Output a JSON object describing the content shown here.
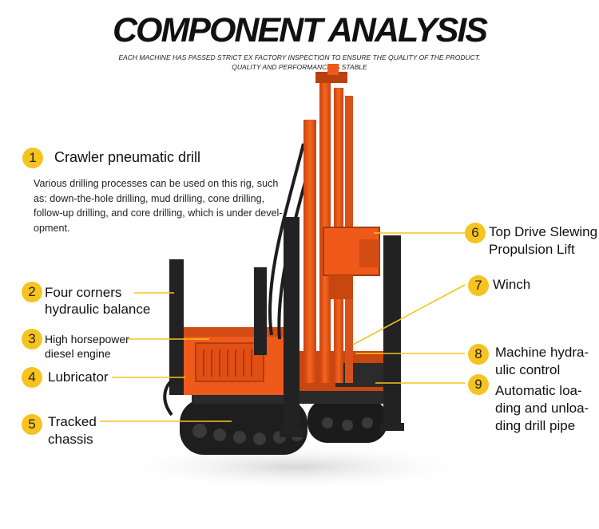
{
  "header": {
    "title": "COMPONENT ANALYSIS",
    "subtitle_line1": "EACH MACHINE HAS PASSED STRICT EX FACTORY INSPECTION TO ENSURE THE QUALITY OF THE PRODUCT.",
    "subtitle_line2": "QUALITY AND PERFORMANCE IS STABLE"
  },
  "colors": {
    "accent": "#f6c320",
    "machine": "#ef5a1b",
    "dark": "#222222"
  },
  "product": {
    "name": "Crawler pneumatic drill",
    "description_lines": [
      "Various drilling processes can be used on this rig, such",
      "as: down-the-hole drilling, mud drilling, cone drilling,",
      "follow-up drilling, and core drilling, which is under devel-",
      "opment."
    ]
  },
  "components": [
    {
      "num": "1",
      "lines": [
        "Crawler pneumatic drill"
      ]
    },
    {
      "num": "2",
      "lines": [
        "Four corners",
        "hydraulic balance"
      ]
    },
    {
      "num": "3",
      "lines": [
        "High horsepower",
        "diesel engine"
      ]
    },
    {
      "num": "4",
      "lines": [
        "Lubricator"
      ]
    },
    {
      "num": "5",
      "lines": [
        "Tracked",
        "chassis"
      ]
    },
    {
      "num": "6",
      "lines": [
        "Top Drive Slewing",
        "Propulsion Lift"
      ]
    },
    {
      "num": "7",
      "lines": [
        "Winch"
      ]
    },
    {
      "num": "8",
      "lines": [
        "Machine hydra-",
        "ulic control"
      ]
    },
    {
      "num": "9",
      "lines": [
        "Automatic loa-",
        "ding and unloa-",
        "ding drill pipe"
      ]
    }
  ]
}
